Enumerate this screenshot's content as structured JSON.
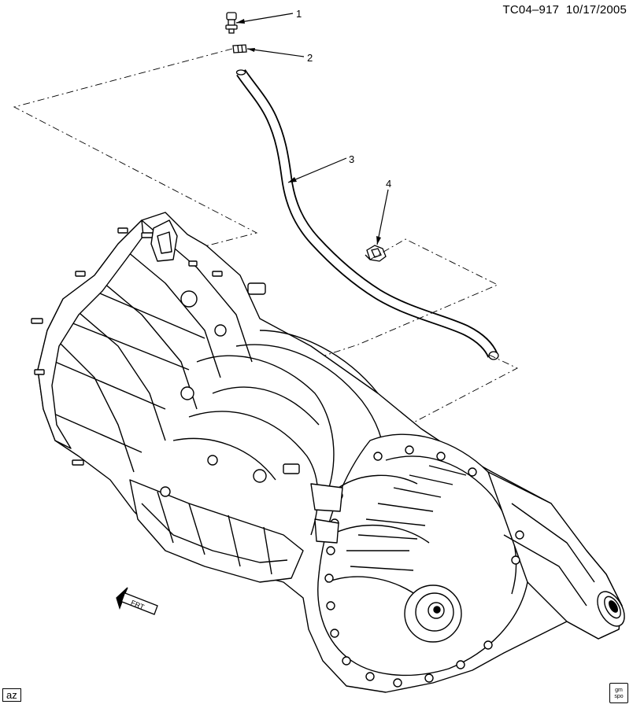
{
  "header": {
    "doc_id": "TC04–917",
    "date": "10/17/2005"
  },
  "callouts": [
    "1",
    "2",
    "3",
    "4"
  ],
  "front_arrow_label": "FRT",
  "footer": {
    "view_code": "az",
    "logo_line1": "gm",
    "logo_line2": "spo"
  }
}
